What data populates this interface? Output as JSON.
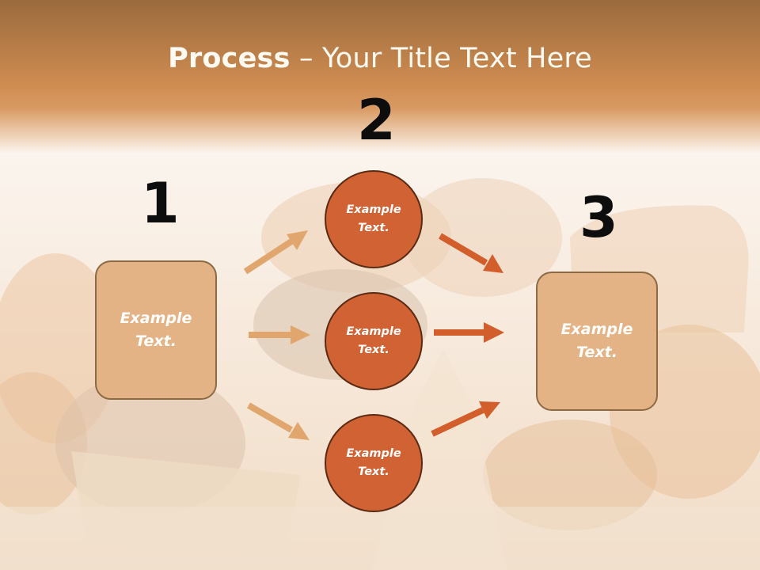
{
  "title": {
    "bold": "Process",
    "rest": " – Your Title Text Here"
  },
  "steps": {
    "one": "1",
    "two": "2",
    "three": "3"
  },
  "boxes": {
    "left": "Example\nText.",
    "right": "Example\nText."
  },
  "circles": {
    "top": "Example\nText.",
    "middle": "Example\nText.",
    "bottom": "Example\nText."
  },
  "colors": {
    "header_top": "#9b6a3c",
    "header_bottom": "#d9955a",
    "box_fill": "#e3b385",
    "circle_fill": "#d06233",
    "light_arrow": "#e0a66e",
    "dark_arrow": "#d25e2c"
  }
}
